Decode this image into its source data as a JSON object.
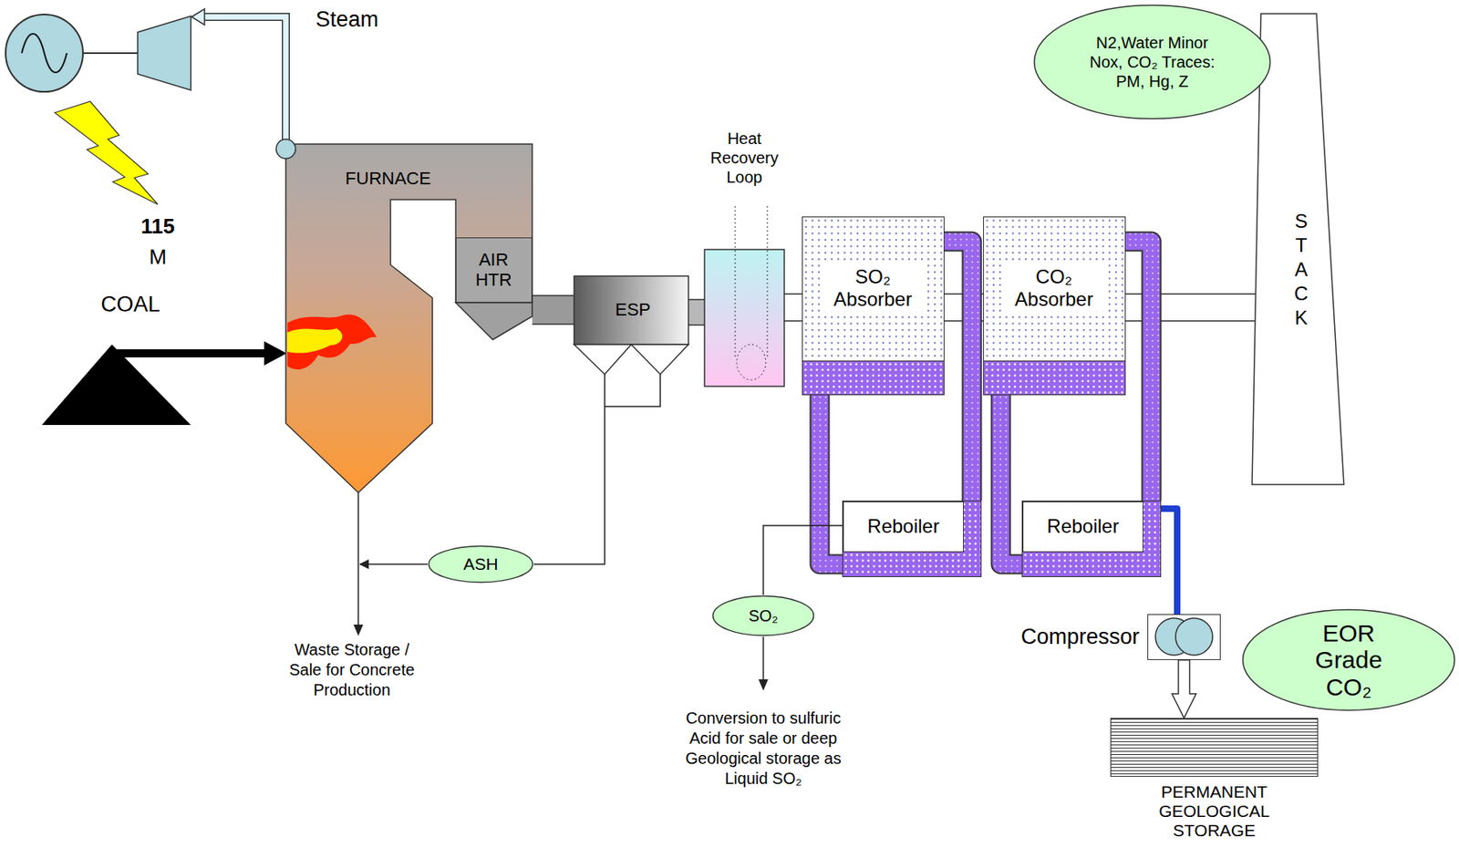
{
  "diagram": {
    "nodes": [
      {
        "text": [
          "FURNACE"
        ]
      },
      {
        "text": [
          "AIR HTR"
        ],
        "in": 0
      },
      {
        "text": [
          "ESP"
        ]
      },
      {
        "text": [
          "Heat Recovery Loop"
        ]
      },
      {
        "text": [
          "SO₂ Absorber"
        ]
      },
      {
        "text": [
          "CO₂ Absorber"
        ]
      },
      {
        "text": [
          "Reboiler"
        ]
      },
      {
        "text": [
          "Reboiler"
        ]
      },
      {
        "text": [
          "STACK"
        ]
      },
      {
        "text": [
          "ASH"
        ]
      },
      {
        "text": [
          "SO₂"
        ]
      },
      {
        "text": [
          "N2,Water Minor Nox, CO₂ Traces: PM, Hg, Z"
        ]
      },
      {
        "text": [
          "EOR Grade CO₂"
        ]
      },
      {
        "text": [
          "Compressor"
        ]
      },
      {
        "text": [
          "PERMANENT GEOLOGICAL STORAGE"
        ]
      }
    ],
    "edges": [
      {
        "from": 1,
        "to": 2,
        "arrow": "none"
      },
      {
        "from": 2,
        "to": 3,
        "arrow": "none"
      },
      {
        "from": 3,
        "to": 4,
        "arrow": "none"
      },
      {
        "from": 4,
        "to": 5,
        "arrow": "none"
      },
      {
        "from": 5,
        "to": 8,
        "arrow": "none"
      },
      {
        "from": 2,
        "to": 9,
        "arrow": "none"
      },
      {
        "from": 9,
        "to": 0,
        "arrow": "to"
      },
      {
        "from": 4,
        "to": 6,
        "arrow": "none"
      },
      {
        "from": 4,
        "to": 6,
        "arrow": "none"
      },
      {
        "from": 5,
        "to": 7,
        "arrow": "none"
      },
      {
        "from": 5,
        "to": 7,
        "arrow": "none"
      },
      {
        "from": 6,
        "to": 10,
        "arrow": "none"
      },
      {
        "from": 7,
        "to": 13,
        "arrow": "none"
      },
      {
        "from": 13,
        "to": 14,
        "arrow": "to"
      }
    ],
    "labels": [
      "Steam",
      "115",
      "M",
      "COAL",
      "Waste Storage / Sale for Concrete Production",
      "Conversion to sulfuric Acid for sale or deep Geological storage as Liquid SO₂"
    ]
  }
}
